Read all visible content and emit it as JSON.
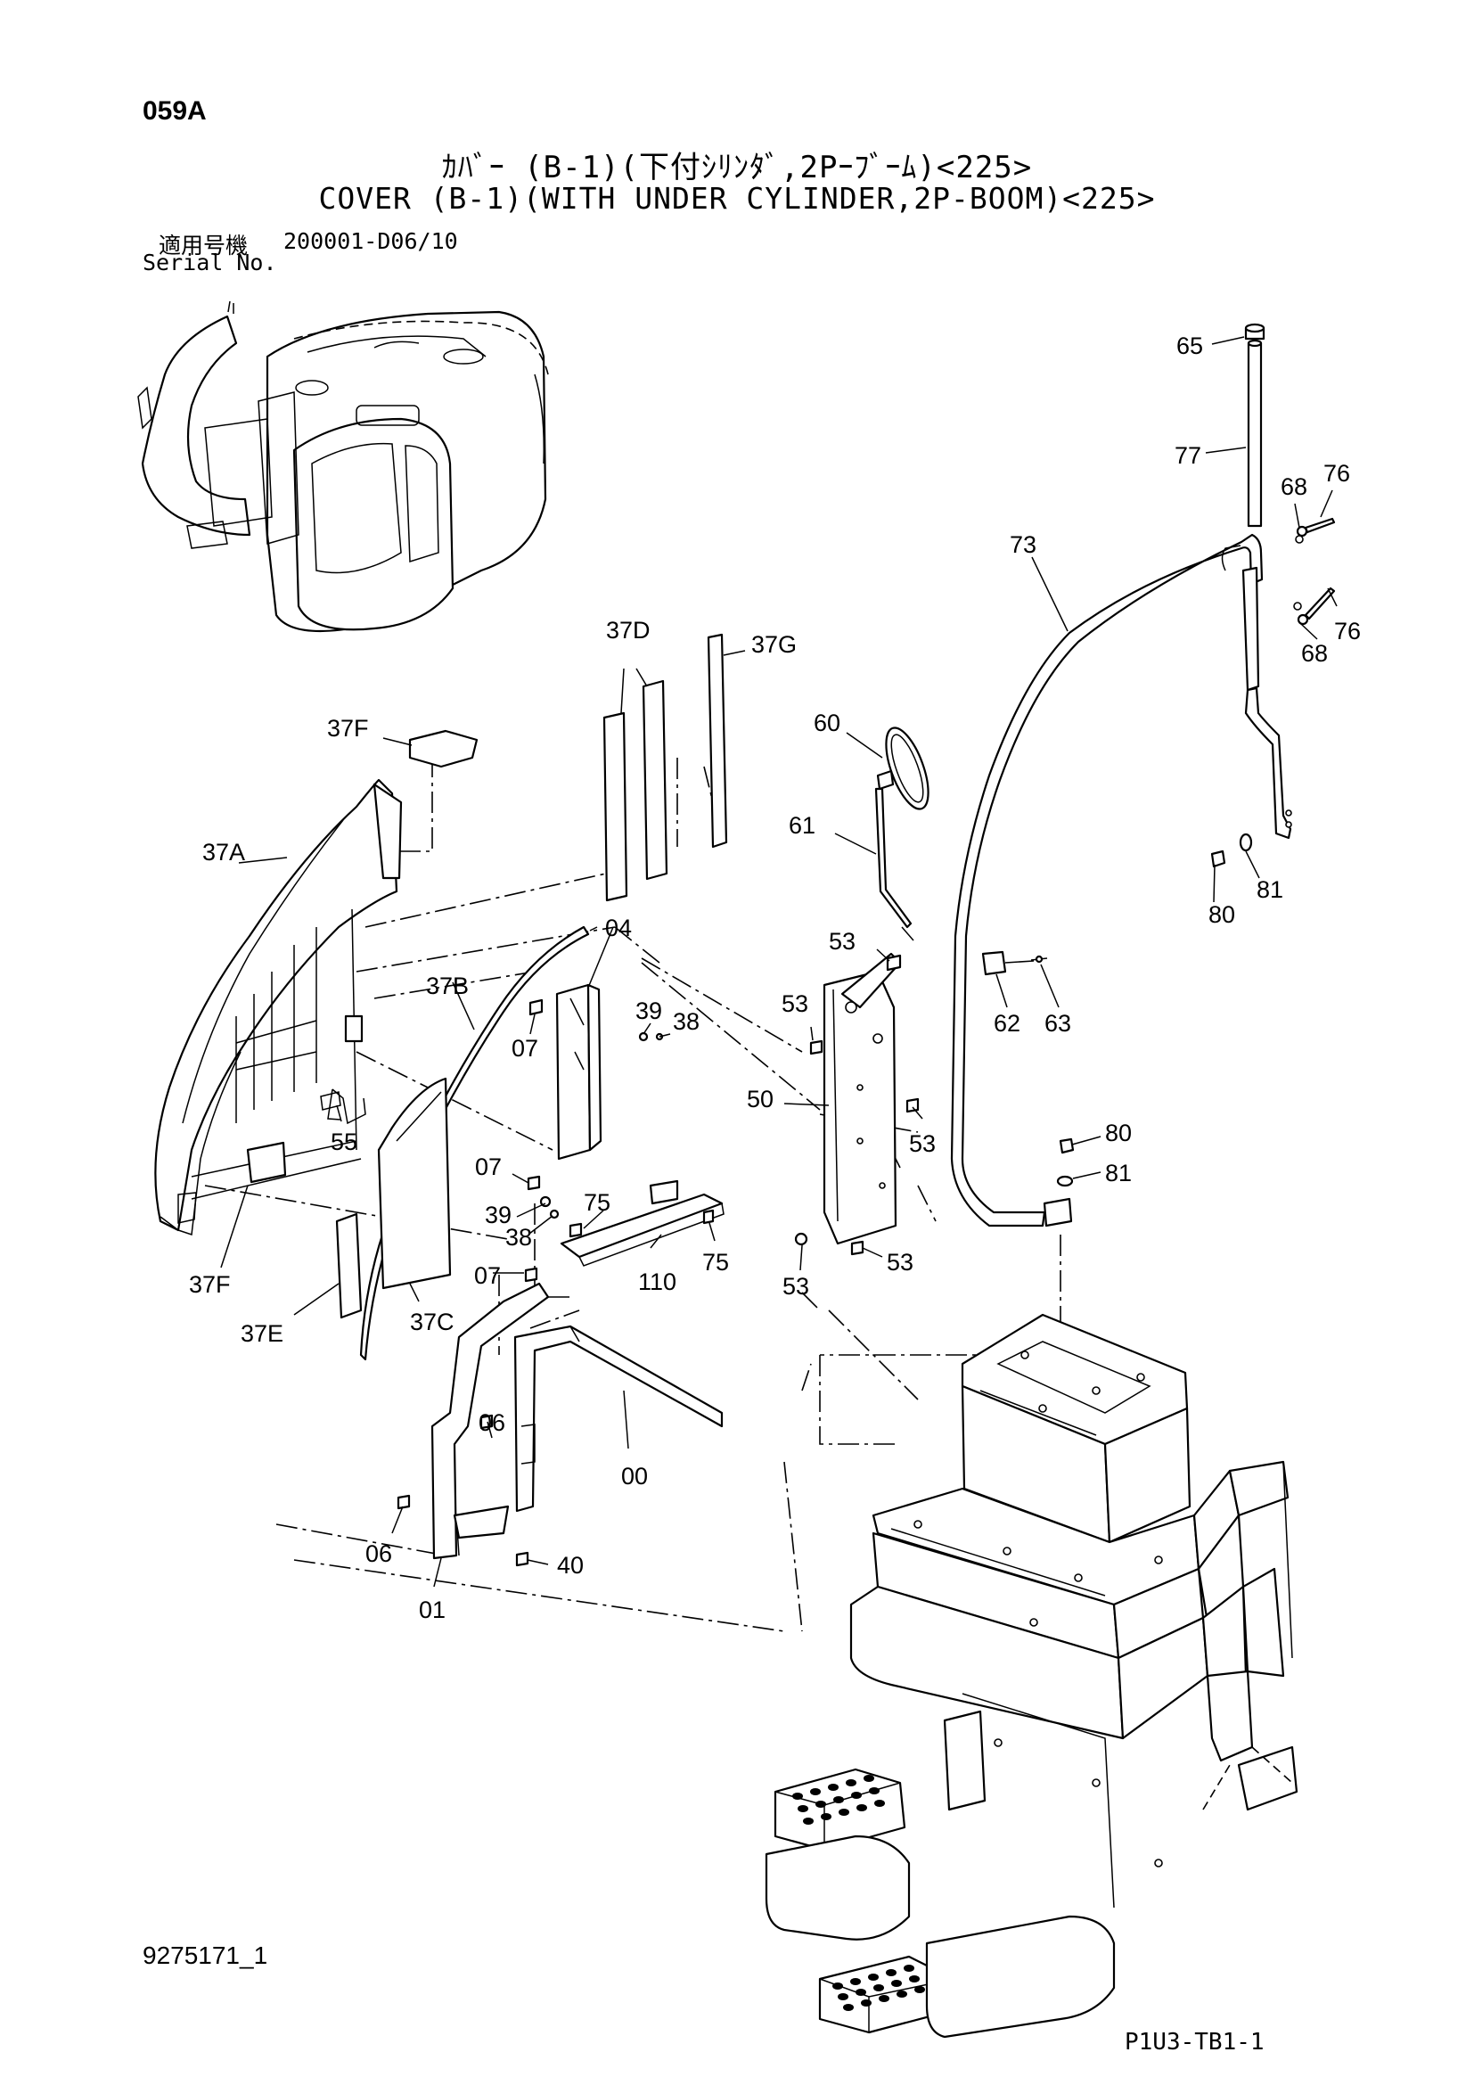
{
  "header": {
    "page_code": "059A",
    "title_jp": "ｶﾊﾞｰ (B-1)(下付ｼﾘﾝﾀﾞ,2Pｰﾌﾞｰﾑ)<225>",
    "title_en": "COVER (B-1)(WITH UNDER CYLINDER,2P-BOOM)<225>",
    "serial_label_jp": "適用号機",
    "serial_value": "200001-D06/10",
    "serial_label_en": "Serial No."
  },
  "callouts": {
    "c65": "65",
    "c77": "77",
    "c68a": "68",
    "c76a": "76",
    "c73": "73",
    "c76b": "76",
    "c68b": "68",
    "c37D": "37D",
    "c37G": "37G",
    "c60": "60",
    "c37F_top": "37F",
    "c37A": "37A",
    "c61": "61",
    "c81a": "81",
    "c80a": "80",
    "c04": "04",
    "c53a": "53",
    "c37B": "37B",
    "c53b": "53",
    "c39a": "39",
    "c38a": "38",
    "c62": "62",
    "c63": "63",
    "c07a": "07",
    "c50": "50",
    "c55": "55",
    "c53c": "53",
    "c80b": "80",
    "c81b": "81",
    "c07b": "07",
    "c75a": "75",
    "c39b": "39",
    "c38b": "38",
    "c75b": "75",
    "c110": "110",
    "c53d": "53",
    "c53e": "53",
    "c37F_bot": "37F",
    "c07c": "07",
    "c37E": "37E",
    "c37C": "37C",
    "c06a": "06",
    "c00": "00",
    "c06b": "06",
    "c40": "40",
    "c01": "01"
  },
  "footer": {
    "doc_id": "9275171_1",
    "sheet_code": "P1U3-TB1-1"
  }
}
